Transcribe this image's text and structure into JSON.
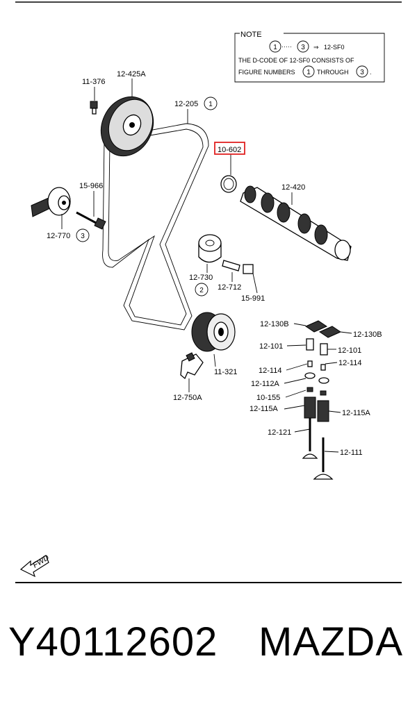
{
  "note": {
    "heading": "NOTE",
    "range_start": "1",
    "range_dots": "·····",
    "range_end": "3",
    "arrow": "⇒",
    "code": "12-SF0",
    "line2": "THE D-CODE OF 12-SF0 CONSISTS OF",
    "line3_prefix": "FIGURE NUMBERS",
    "line3_start": "1",
    "line3_mid": "THROUGH",
    "line3_end": "3",
    "line3_suffix": "."
  },
  "parts": {
    "p11376": "11-376",
    "p12425a": "12-425A",
    "p12205": "12-205",
    "p12205_num": "1",
    "p10602": "10-602",
    "p12420": "12-420",
    "p15966": "15-966",
    "p12770": "12-770",
    "p12770_num": "3",
    "p12730": "12-730",
    "p12730_num": "2",
    "p12712": "12-712",
    "p15991": "15-991",
    "p11321": "11-321",
    "p12750a": "12-750A",
    "p12130b_l": "12-130B",
    "p12130b_r": "12-130B",
    "p12101_l": "12-101",
    "p12101_r": "12-101",
    "p12114_l": "12-114",
    "p12114_r": "12-114",
    "p12112a": "12-112A",
    "p10155": "10-155",
    "p12115a_l": "12-115A",
    "p12115a_r": "12-115A",
    "p12121": "12-121",
    "p12111": "12-111"
  },
  "fwd_label": "FWD",
  "highlight_color": "#e02020",
  "footer": {
    "part_number": "Y40112602",
    "brand": "MAZDA"
  }
}
